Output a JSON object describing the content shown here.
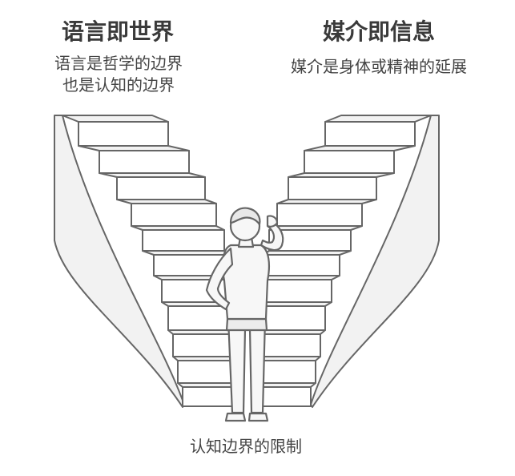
{
  "left": {
    "title": "语言即世界",
    "subtitle_line1": "语言是哲学的边界",
    "subtitle_line2": "也是认知的边界"
  },
  "right": {
    "title": "媒介即信息",
    "subtitle": "媒介是身体或精神的延展"
  },
  "caption": "认知边界的限制",
  "colors": {
    "stroke": "#666666",
    "fill": "#f2f2f2",
    "step_fill": "#ffffff"
  }
}
